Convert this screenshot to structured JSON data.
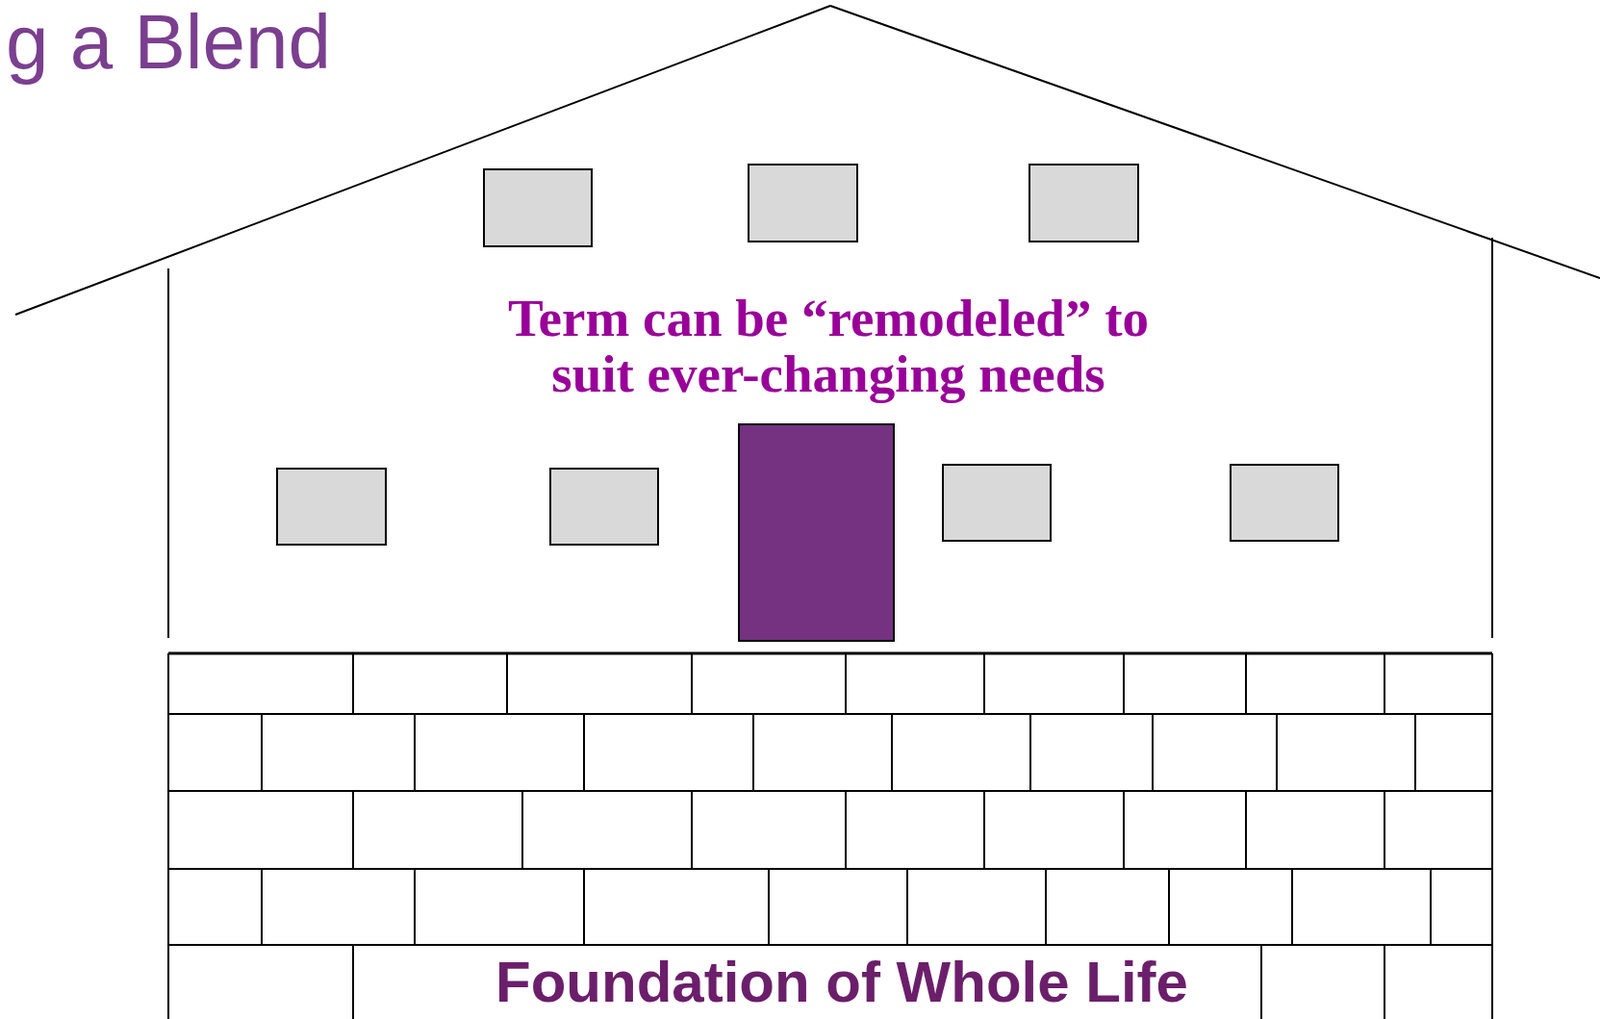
{
  "diagram": {
    "title": "g a Blend",
    "nodes": [
      {
        "text": [
          "Term can be “remodeled” to suit ever-changing needs"
        ]
      },
      {
        "text": [
          "Foundation of Whole Life"
        ]
      }
    ]
  }
}
